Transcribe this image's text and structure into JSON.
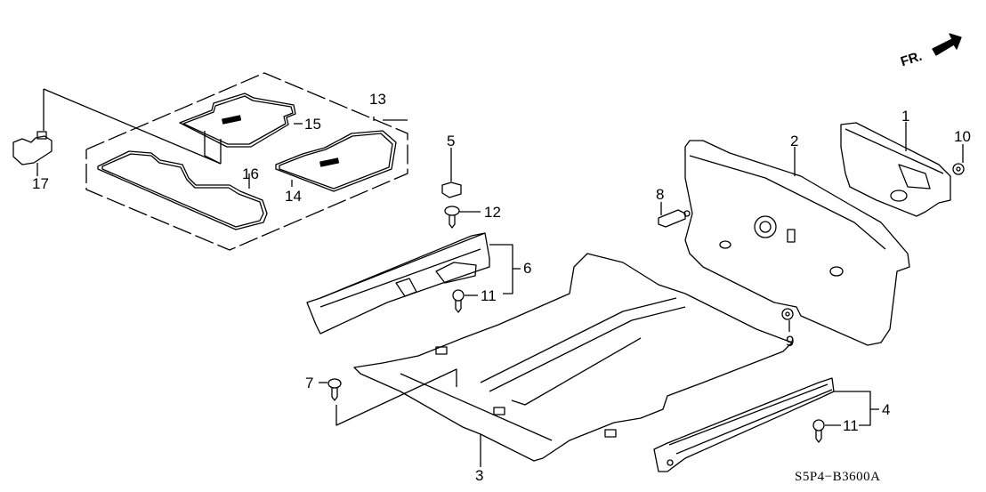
{
  "diagram": {
    "title_code": "S5P4−B3600A",
    "orientation_label": "FR.",
    "orientation_icon": "front-direction-arrow-icon",
    "callouts": [
      {
        "id": "1",
        "part": "dashboard-insulator-panel"
      },
      {
        "id": "2",
        "part": "dashboard-insulator"
      },
      {
        "id": "3",
        "part": "floor-carpet"
      },
      {
        "id": "4",
        "part": "side-sill-garnish-right"
      },
      {
        "id": "5",
        "part": "clip-nut"
      },
      {
        "id": "6",
        "part": "side-sill-garnish-left"
      },
      {
        "id": "7",
        "part": "screw"
      },
      {
        "id": "8",
        "part": "clip"
      },
      {
        "id": "9",
        "part": "nut"
      },
      {
        "id": "10",
        "part": "nut"
      },
      {
        "id": "11a",
        "label": "11",
        "part": "clip"
      },
      {
        "id": "11b",
        "label": "11",
        "part": "clip"
      },
      {
        "id": "12",
        "part": "screw"
      },
      {
        "id": "13",
        "part": "floor-mat-set"
      },
      {
        "id": "14",
        "part": "floor-mat-front-left"
      },
      {
        "id": "15",
        "part": "floor-mat-front-right"
      },
      {
        "id": "16",
        "part": "floor-mat-rear"
      },
      {
        "id": "17",
        "part": "mat-hook"
      }
    ],
    "labels": {
      "l1": "1",
      "l2": "2",
      "l3": "3",
      "l4": "4",
      "l5": "5",
      "l6": "6",
      "l7": "7",
      "l8": "8",
      "l9": "9",
      "l10": "10",
      "l11a": "11",
      "l11b": "11",
      "l12": "12",
      "l13": "13",
      "l14": "14",
      "l15": "15",
      "l16": "16",
      "l17": "17"
    }
  }
}
